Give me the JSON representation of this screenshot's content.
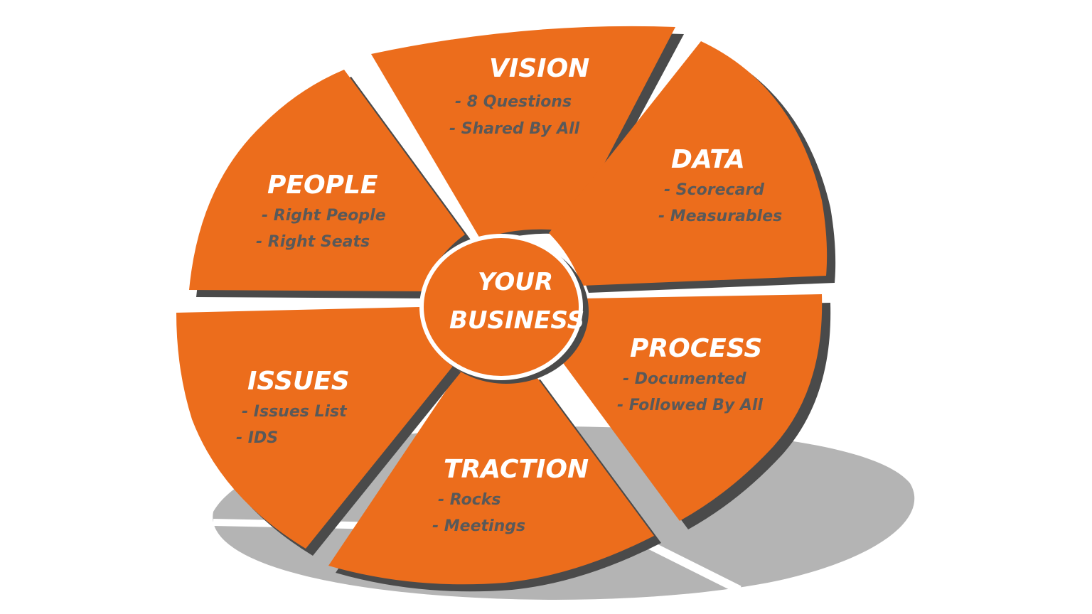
{
  "hub": {
    "line1": "YOUR",
    "line2": "BUSINESS"
  },
  "segments": [
    {
      "title": "VISION",
      "items": [
        "- 8 Questions",
        "- Shared By All"
      ]
    },
    {
      "title": "DATA",
      "items": [
        "- Scorecard",
        "- Measurables"
      ]
    },
    {
      "title": "PROCESS",
      "items": [
        "- Documented",
        "- Followed By All"
      ]
    },
    {
      "title": "TRACTION",
      "items": [
        "- Rocks",
        "- Meetings"
      ]
    },
    {
      "title": "ISSUES",
      "items": [
        "- Issues List",
        "- IDS"
      ]
    },
    {
      "title": "PEOPLE",
      "items": [
        "- Right People",
        "- Right Seats"
      ]
    }
  ],
  "colors": {
    "segment_fill": "#ec6d1c",
    "segment_shadow": "#4a4a4a",
    "floor_shadow": "#b4b4b4",
    "hub_border": "#4a4a4a",
    "item_text": "#595959",
    "title_text": "#ffffff"
  }
}
